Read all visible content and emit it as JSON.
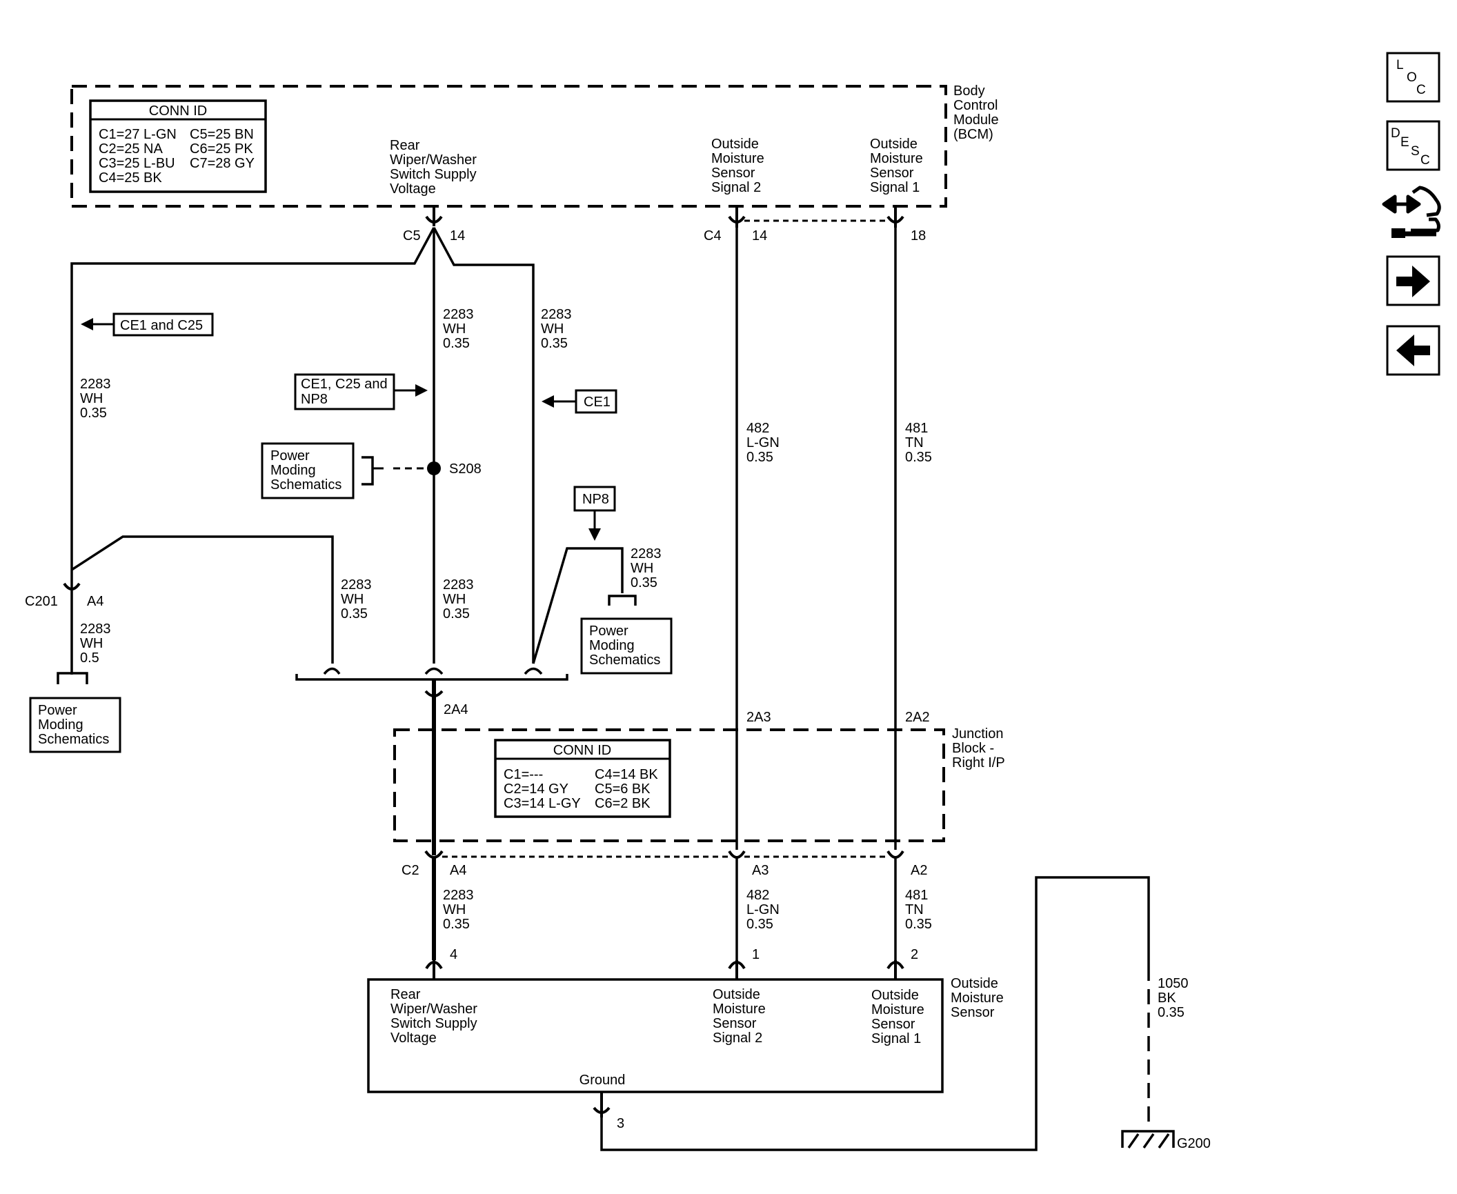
{
  "bcm": {
    "name_lines": [
      "Body",
      "Control",
      "Module",
      "(BCM)"
    ],
    "conn_id_title": "CONN ID",
    "conn_id_left": [
      "C1=27 L-GN",
      "C2=25 NA",
      "C3=25 L-BU",
      "C4=25 BK"
    ],
    "conn_id_right": [
      "C5=25 BN",
      "C6=25 PK",
      "C7=28 GY"
    ],
    "pin_labels": {
      "rear_wiper": [
        "Rear",
        "Wiper/Washer",
        "Switch Supply",
        "Voltage"
      ],
      "signal2": [
        "Outside",
        "Moisture",
        "Sensor",
        "Signal 2"
      ],
      "signal1": [
        "Outside",
        "Moisture",
        "Sensor",
        "Signal 1"
      ]
    }
  },
  "connectors": {
    "bcm_c5": "C5",
    "bcm_c5_pin": "14",
    "bcm_c4": "C4",
    "bcm_c4_pin14": "14",
    "bcm_c4_pin18": "18",
    "c201": "C201",
    "c201_pin": "A4",
    "jb_2a4": "2A4",
    "jb_2a3": "2A3",
    "jb_2a2": "2A2",
    "jb_c2": "C2",
    "jb_a4": "A4",
    "jb_a3": "A3",
    "jb_a2": "A2",
    "sensor_pin4": "4",
    "sensor_pin1": "1",
    "sensor_pin2": "2",
    "sensor_pin3": "3",
    "splice": "S208"
  },
  "wires": {
    "w2283_035": [
      "2283",
      "WH",
      "0.35"
    ],
    "w2283_05": [
      "2283",
      "WH",
      "0.5"
    ],
    "w482": [
      "482",
      "L-GN",
      "0.35"
    ],
    "w481": [
      "481",
      "TN",
      "0.35"
    ],
    "w1050": [
      "1050",
      "BK",
      "0.35"
    ]
  },
  "references": {
    "ce1_c25": "CE1 and C25",
    "ce1_c25_np8": [
      "CE1, C25 and",
      "NP8"
    ],
    "ce1": "CE1",
    "np8": "NP8",
    "power_moding": [
      "Power",
      "Moding",
      "Schematics"
    ]
  },
  "junction_block": {
    "name_lines": [
      "Junction",
      "Block -",
      "Right I/P"
    ],
    "conn_id_title": "CONN ID",
    "conn_id_left": [
      "C1=---",
      "C2=14 GY",
      "C3=14 L-GY"
    ],
    "conn_id_right": [
      "C4=14 BK",
      "C5=6 BK",
      "C6=2 BK"
    ]
  },
  "sensor": {
    "name_lines": [
      "Outside",
      "Moisture",
      "Sensor"
    ],
    "pin_labels": {
      "rear_wiper": [
        "Rear",
        "Wiper/Washer",
        "Switch Supply",
        "Voltage"
      ],
      "signal2": [
        "Outside",
        "Moisture",
        "Sensor",
        "Signal 2"
      ],
      "signal1": [
        "Outside",
        "Moisture",
        "Sensor",
        "Signal 1"
      ],
      "ground": "Ground"
    }
  },
  "ground": {
    "label": "G200"
  },
  "nav": {
    "loc": [
      "L",
      "O",
      "C"
    ],
    "desc": [
      "D",
      "E",
      "S",
      "C"
    ],
    "icons": [
      "connector-pinout-icon",
      "next-arrow-icon",
      "previous-arrow-icon"
    ]
  }
}
